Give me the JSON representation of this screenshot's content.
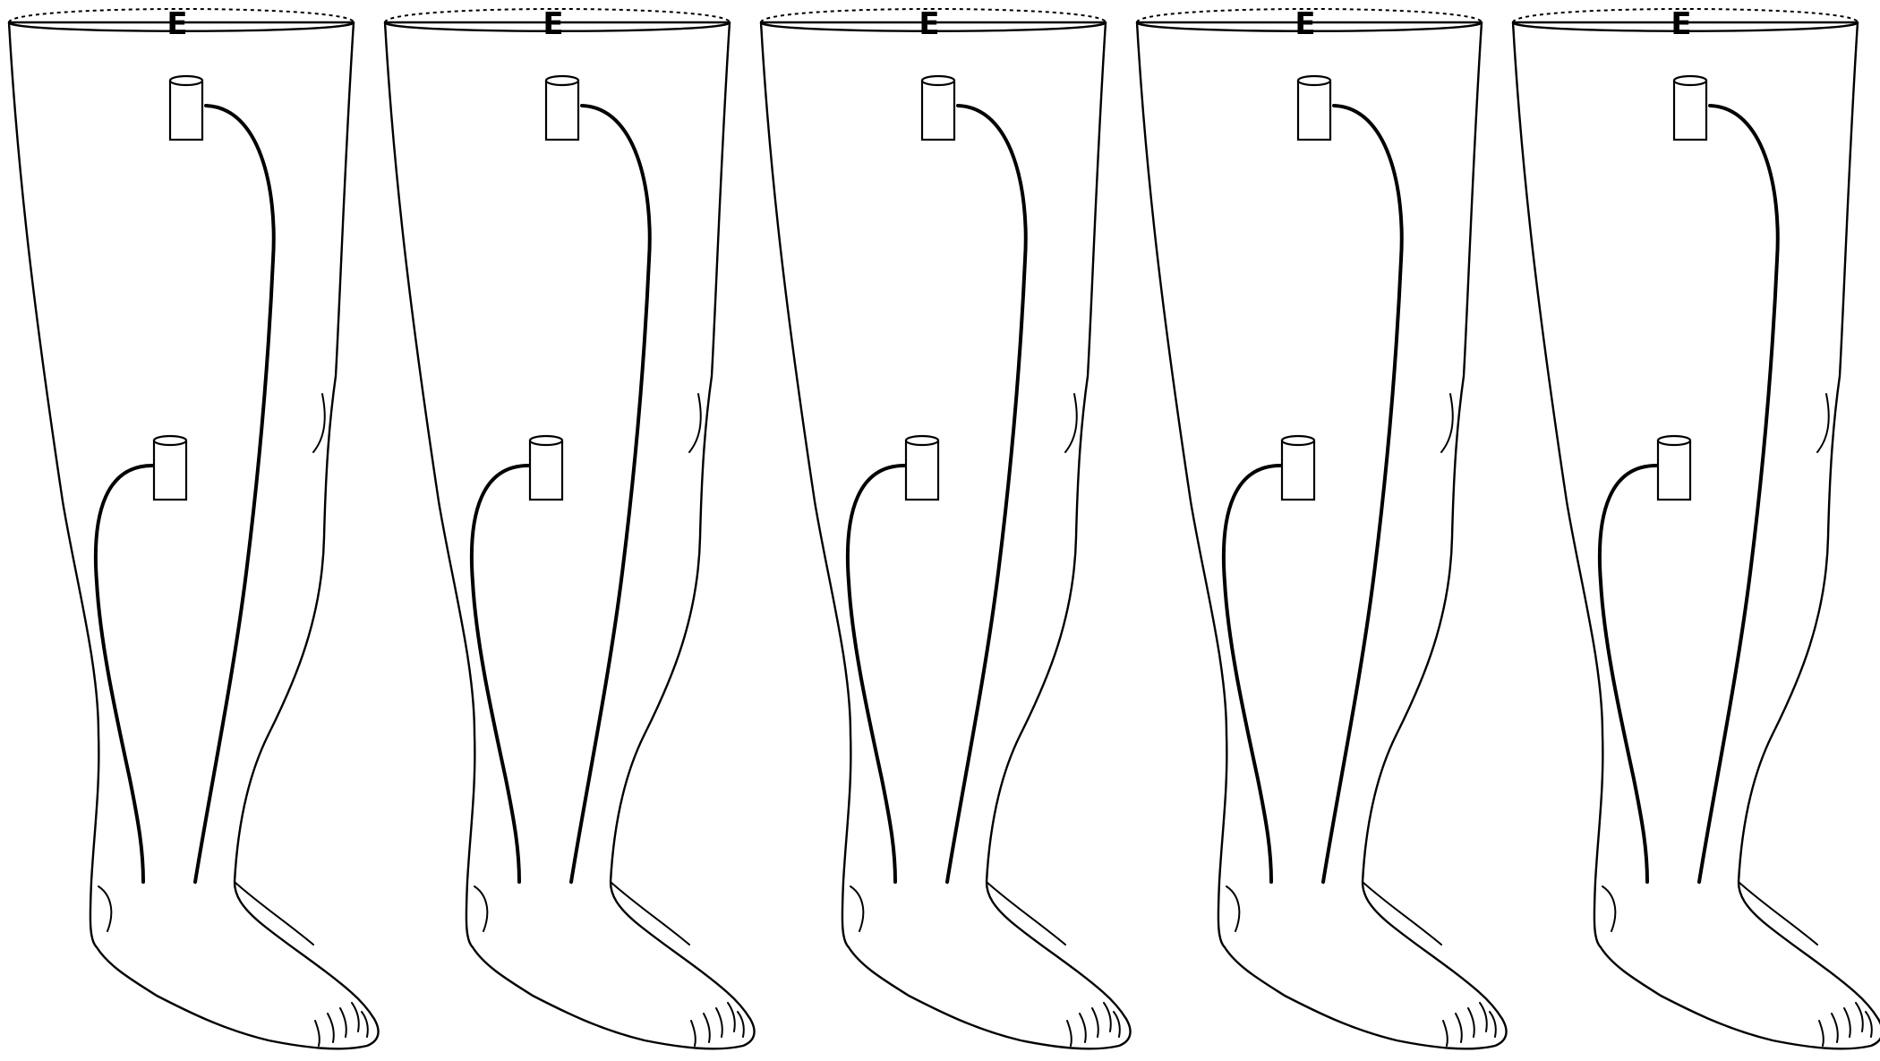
{
  "figure": {
    "legs": [
      {
        "id": 1,
        "top_label": "E"
      },
      {
        "id": 2,
        "top_label": "E"
      },
      {
        "id": 3,
        "top_label": "E"
      },
      {
        "id": 4,
        "top_label": "E"
      },
      {
        "id": 5,
        "top_label": "E"
      }
    ],
    "colors": {
      "line": "#000000",
      "background": "#ffffff"
    }
  }
}
